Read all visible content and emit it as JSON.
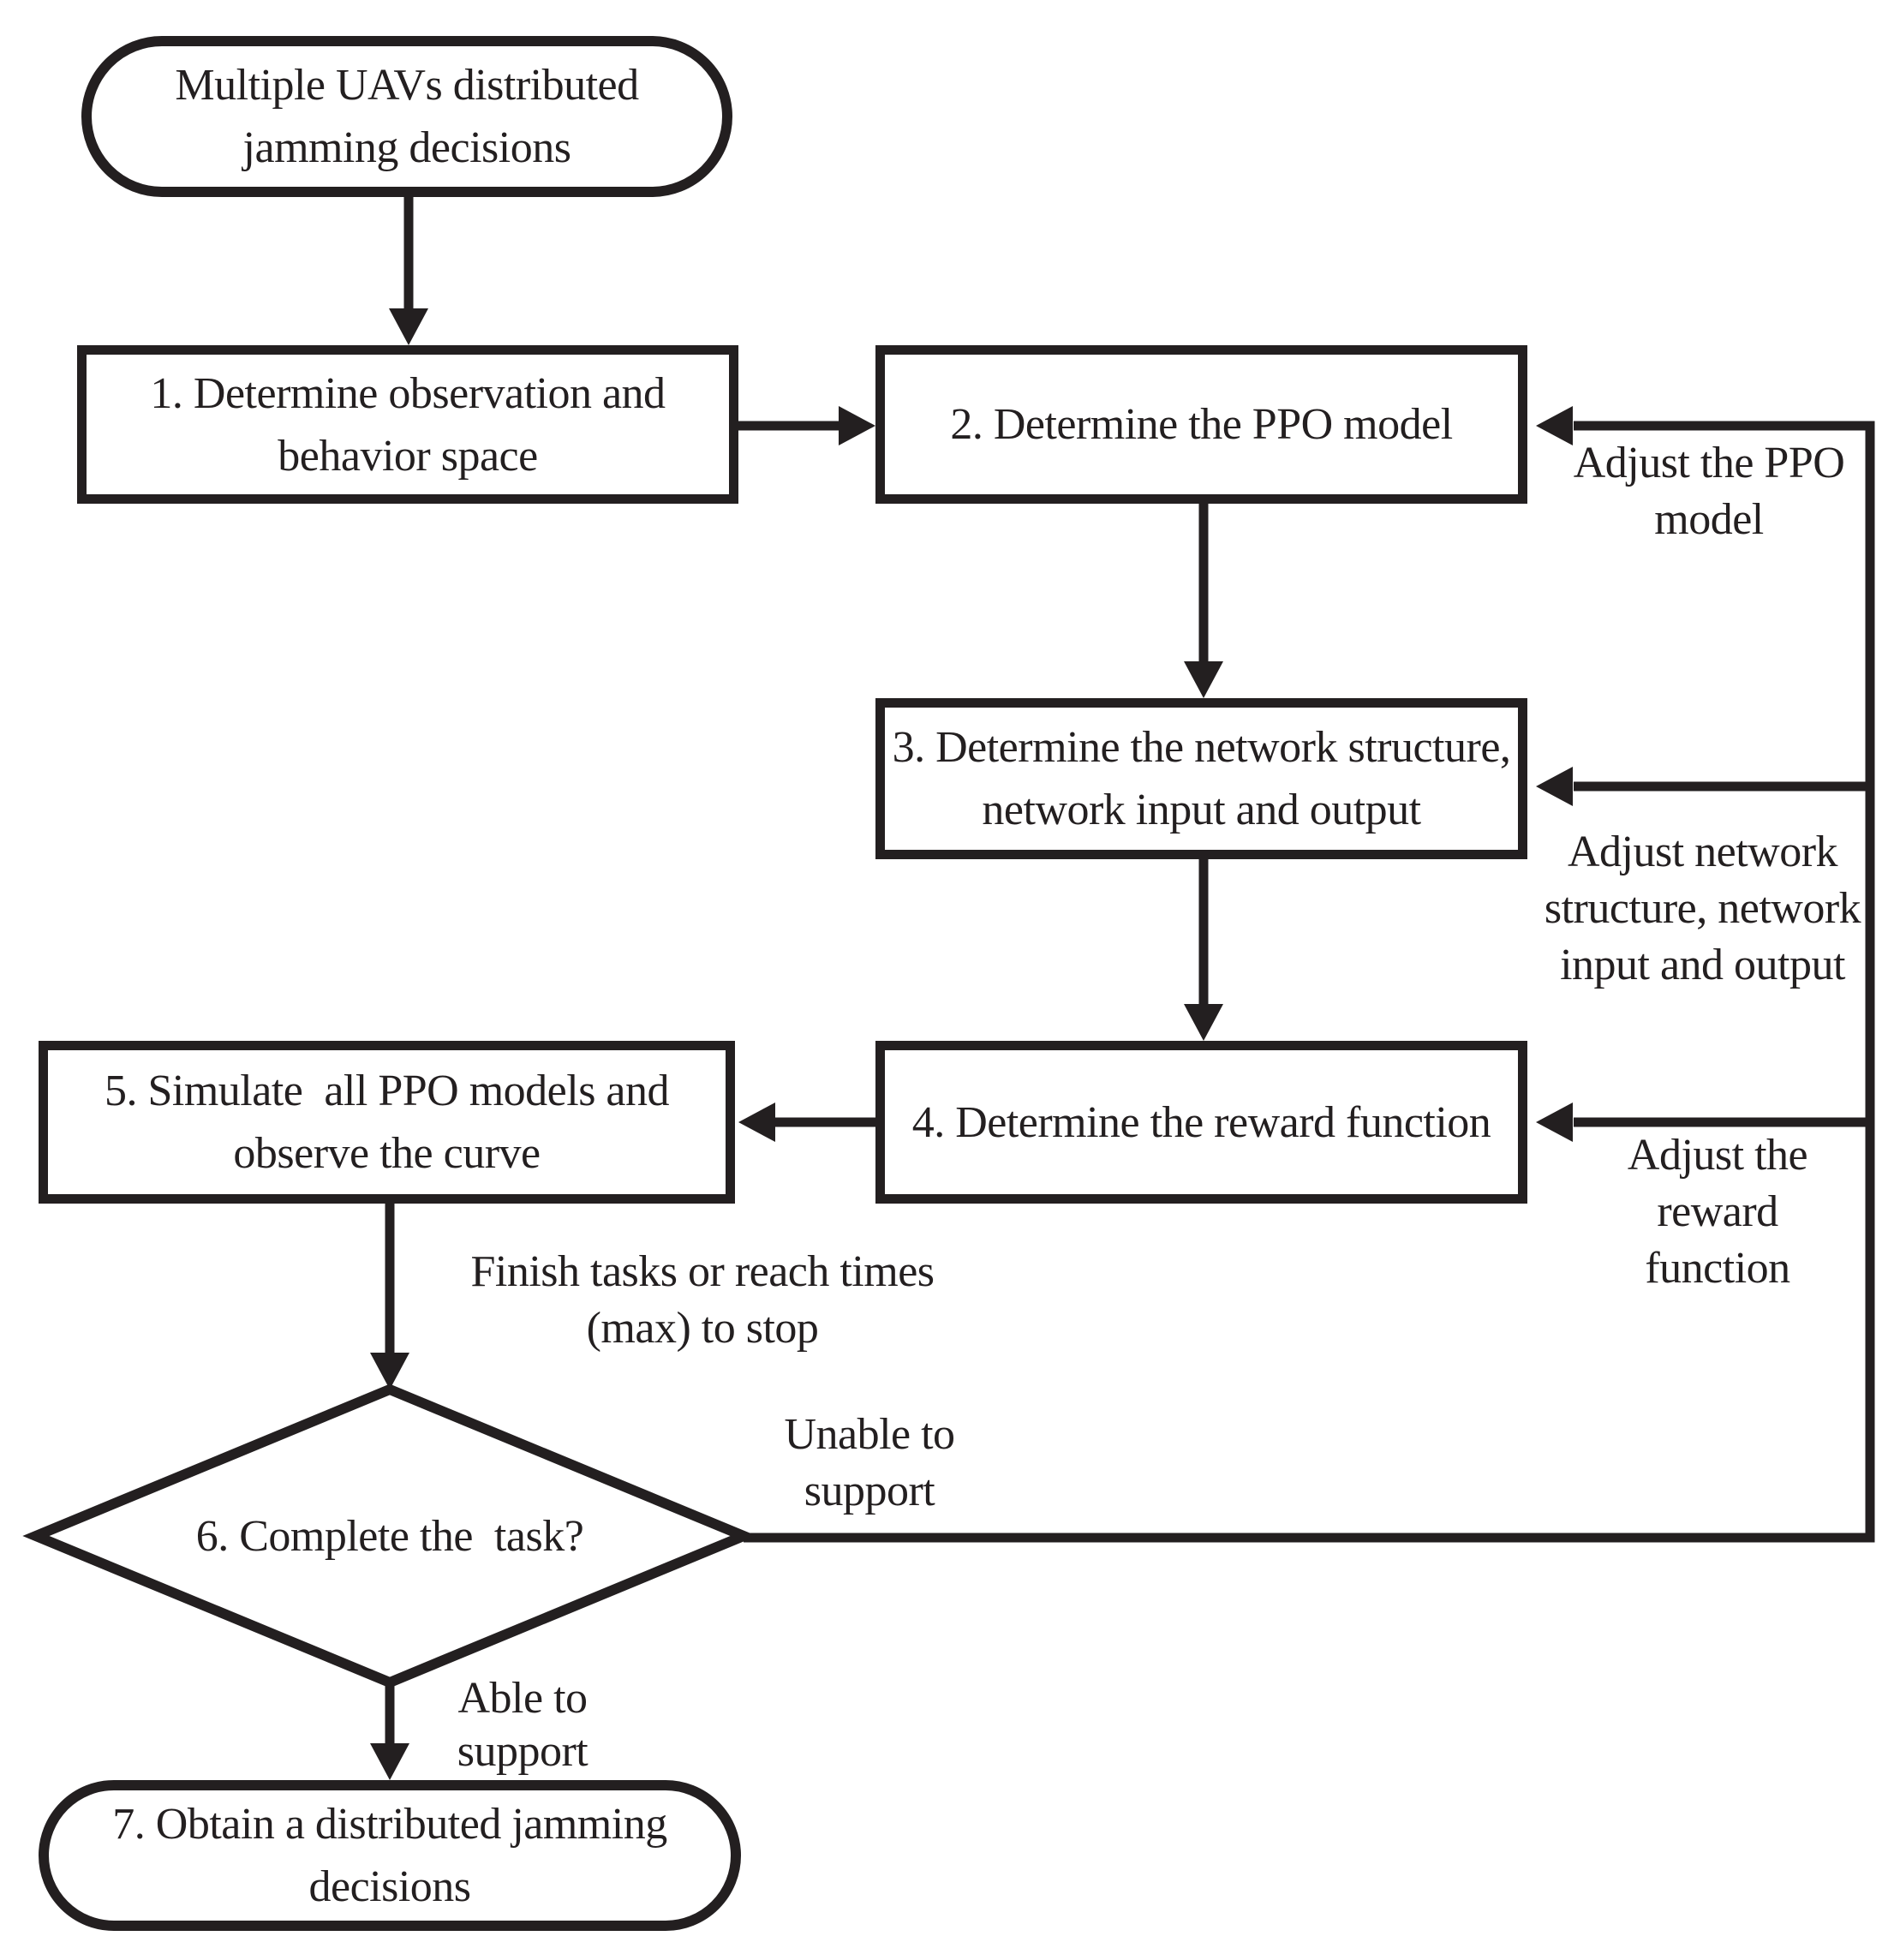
{
  "figure": {
    "type": "flowchart"
  },
  "colors": {
    "ink": "#231f20",
    "background": "#ffffff"
  },
  "nodes": {
    "start": {
      "line1": "Multiple UAVs distributed",
      "line2": "jamming decisions"
    },
    "step1": {
      "line1": "1. Determine observation and",
      "line2": "behavior space"
    },
    "step2": {
      "line1": "2. Determine the PPO model"
    },
    "step3": {
      "line1": "3. Determine the network structure,",
      "line2": "network input and output"
    },
    "step4": {
      "line1": "4. Determine the reward function"
    },
    "step5": {
      "line1": "5. Simulate  all PPO models and",
      "line2": "observe the curve"
    },
    "decision": {
      "line1": "6. Complete the  task?"
    },
    "end": {
      "line1": "7. Obtain a distributed jamming",
      "line2": "decisions"
    }
  },
  "labels": {
    "adjust_ppo": {
      "line1": "Adjust the PPO",
      "line2": "model"
    },
    "adjust_network": {
      "line1": "Adjust network",
      "line2": "structure, network",
      "line3": "input and output"
    },
    "adjust_reward": {
      "line1": "Adjust the",
      "line2": "reward",
      "line3": "function"
    },
    "finish": {
      "line1": "Finish tasks or reach times",
      "line2": "(max) to stop"
    },
    "unable": {
      "line1": "Unable to",
      "line2": "support"
    },
    "able": {
      "line1": "Able to",
      "line2": "support"
    }
  }
}
